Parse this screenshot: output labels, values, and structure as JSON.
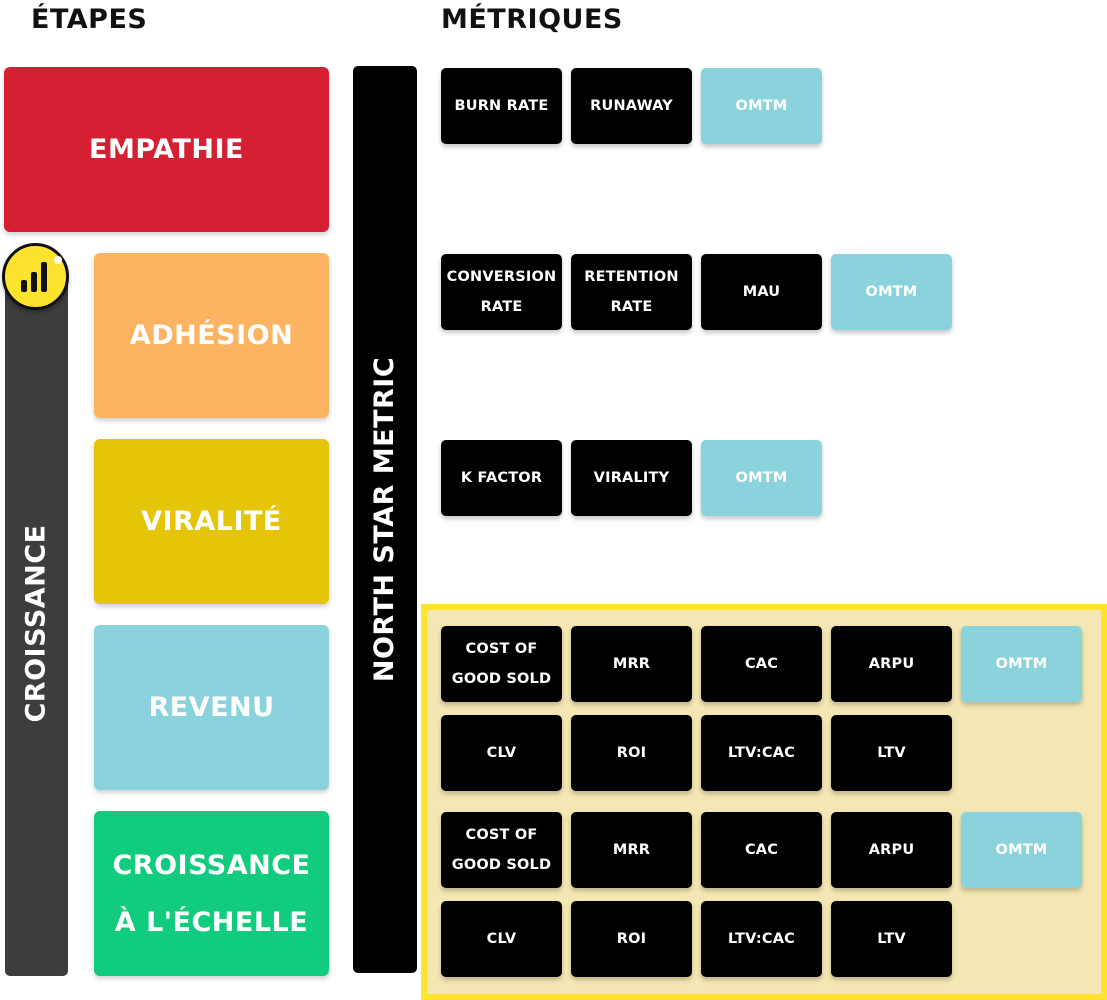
{
  "headings": {
    "stages": "ÉTAPES",
    "metrics": "MÉTRIQUES"
  },
  "stages": [
    {
      "label": "EMPATHIE",
      "color": "#d42032"
    },
    {
      "label": "ADHÉSION",
      "color": "#fdb462"
    },
    {
      "label": "VIRALITÉ",
      "color": "#e5c508"
    },
    {
      "label": "REVENU",
      "color": "#8ad3dc"
    },
    {
      "label": "CROISSANCE\nÀ L'ÉCHELLE",
      "color": "#11cc7f"
    }
  ],
  "growth_bar": {
    "label": "CROISSANCE",
    "color": "#3d3d3d"
  },
  "north_star": {
    "label": "NORTH STAR METRIC",
    "color": "#000000"
  },
  "badge_icon": "bar-chart-icon",
  "metric_rows": [
    {
      "items": [
        "BURN RATE",
        "RUNAWAY",
        "OMTM"
      ]
    },
    {
      "items": [
        "CONVERSION\nRATE",
        "RETENTION\nRATE",
        "MAU",
        "OMTM"
      ]
    },
    {
      "items": [
        "K FACTOR",
        "VIRALITY",
        "OMTM"
      ]
    },
    {
      "items": [
        "COST OF\nGOOD SOLD",
        "MRR",
        "CAC",
        "ARPU",
        "OMTM"
      ]
    },
    {
      "items": [
        "CLV",
        "ROI",
        "LTV:CAC",
        "LTV"
      ]
    },
    {
      "items": [
        "COST OF\nGOOD SOLD",
        "MRR",
        "CAC",
        "ARPU",
        "OMTM"
      ]
    },
    {
      "items": [
        "CLV",
        "ROI",
        "LTV:CAC",
        "LTV"
      ]
    }
  ],
  "colors": {
    "chip": "#000000",
    "omtm": "#8ad3dc",
    "highlight_fill": "#f4e7b3",
    "highlight_border": "#fde22e"
  }
}
